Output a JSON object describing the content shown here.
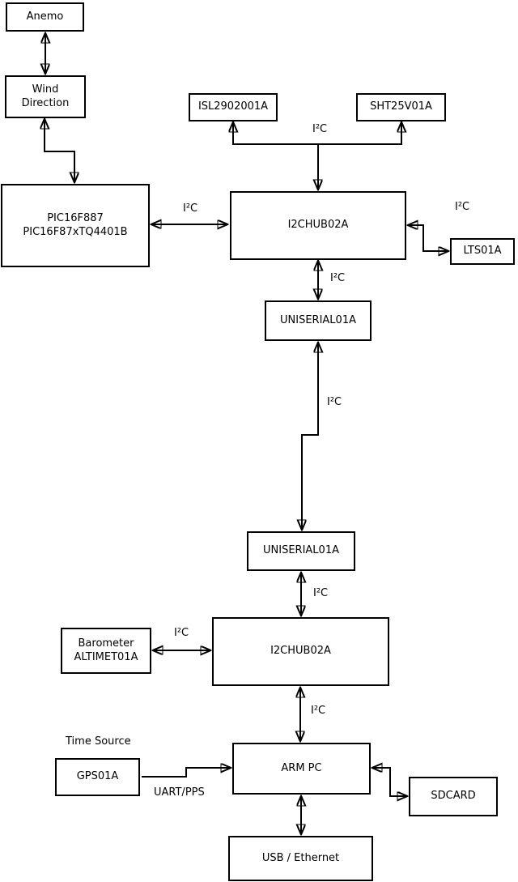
{
  "diagram": {
    "background_color": "#ffffff",
    "line_color": "#000000",
    "labels": {
      "i2c": "I²C",
      "time_source": "Time Source",
      "uart_pps": "UART/PPS"
    },
    "nodes": {
      "anemo": {
        "label": "Anemo"
      },
      "wind": {
        "label": "Wind",
        "label2": "Direction"
      },
      "pic": {
        "label": "PIC16F887",
        "label2": "PIC16F87xTQ4401B"
      },
      "isl": {
        "label": "ISL2902001A"
      },
      "sht": {
        "label": "SHT25V01A"
      },
      "hub1": {
        "label": "I2CHUB02A"
      },
      "lts": {
        "label": "LTS01A"
      },
      "uniserial1": {
        "label": "UNISERIAL01A"
      },
      "uniserial2": {
        "label": "UNISERIAL01A"
      },
      "barometer": {
        "label": "Barometer",
        "label2": "ALTIMET01A"
      },
      "hub2": {
        "label": "I2CHUB02A"
      },
      "gps": {
        "label": "GPS01A"
      },
      "arm_pc": {
        "label": "ARM PC"
      },
      "sdcard": {
        "label": "SDCARD"
      },
      "usb_ethernet": {
        "label": "USB / Ethernet"
      }
    },
    "connections": [
      {
        "from": "anemo",
        "to": "wind",
        "bidirectional": true
      },
      {
        "from": "wind",
        "to": "pic",
        "bidirectional": true
      },
      {
        "from": "pic",
        "to": "hub1",
        "bidirectional": true,
        "label": "I²C"
      },
      {
        "from": "hub1",
        "to": "isl",
        "bidirectional": false,
        "label": "I²C"
      },
      {
        "from": "hub1",
        "to": "sht",
        "bidirectional": false,
        "label": "I²C"
      },
      {
        "from": "hub1",
        "to": "lts",
        "bidirectional": true,
        "label": "I²C"
      },
      {
        "from": "hub1",
        "to": "uniserial1",
        "bidirectional": true,
        "label": "I²C"
      },
      {
        "from": "uniserial1",
        "to": "uniserial2",
        "bidirectional": true,
        "label": "I²C"
      },
      {
        "from": "uniserial2",
        "to": "hub2",
        "bidirectional": true,
        "label": "I²C"
      },
      {
        "from": "barometer",
        "to": "hub2",
        "bidirectional": true,
        "label": "I²C"
      },
      {
        "from": "hub2",
        "to": "arm_pc",
        "bidirectional": true,
        "label": "I²C"
      },
      {
        "from": "gps",
        "to": "arm_pc",
        "bidirectional": false,
        "label": "UART/PPS"
      },
      {
        "from": "arm_pc",
        "to": "sdcard",
        "bidirectional": true
      },
      {
        "from": "arm_pc",
        "to": "usb_ethernet",
        "bidirectional": true
      }
    ]
  }
}
